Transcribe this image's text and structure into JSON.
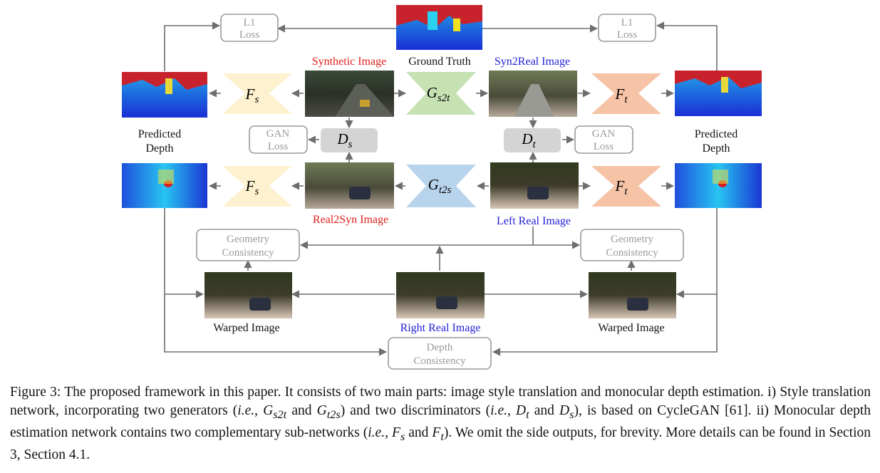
{
  "labels": {
    "synthetic_image": "Synthetic Image",
    "ground_truth": "Ground Truth",
    "syn2real_image": "Syn2Real Image",
    "real2syn_image": "Real2Syn Image",
    "left_real_image": "Left Real Image",
    "right_real_image": "Right Real Image",
    "predicted_depth_left": [
      "Predicted",
      "Depth"
    ],
    "predicted_depth_right": [
      "Predicted",
      "Depth"
    ],
    "warped_image_left": "Warped Image",
    "warped_image_right": "Warped Image"
  },
  "loss_boxes": {
    "l1_left": [
      "L1",
      "Loss"
    ],
    "l1_right": [
      "L1",
      "Loss"
    ],
    "gan_left": [
      "GAN",
      "Loss"
    ],
    "gan_right": [
      "GAN",
      "Loss"
    ],
    "geometry_left": [
      "Geometry",
      "Consistency"
    ],
    "geometry_right": [
      "Geometry",
      "Consistency"
    ],
    "depth": [
      "Depth",
      "Consistency"
    ]
  },
  "networks": {
    "fs": {
      "letter": "F",
      "sub": "s"
    },
    "ft": {
      "letter": "F",
      "sub": "t"
    },
    "gs2t": {
      "letter": "G",
      "sub": "s2t"
    },
    "gt2s": {
      "letter": "G",
      "sub": "t2s"
    },
    "ds": {
      "letter": "D",
      "sub": "s"
    },
    "dt": {
      "letter": "D",
      "sub": "t"
    }
  },
  "colors": {
    "synthetic_label": "#e0201b",
    "real_label": "#1f1fd8",
    "fs_fill": "#fdf1cf",
    "ft_fill": "#f6c3a6",
    "gs2t_fill": "#c6e2b3",
    "gt2s_fill": "#b8d3ec",
    "disc_fill": "#d4d4d4",
    "gray_box": "#9a9a9a",
    "arrow": "#6e6e6e"
  },
  "caption": {
    "figure_label": "Figure 3:",
    "text_1": "The proposed framework in this paper. It consists of two main parts: image style translation and monocular depth estimation. i) Style translation network, incorporating two generators (",
    "ie_1": "i.e.",
    "text_2": ", ",
    "g_letter": "G",
    "gs2t_sub": "s2t",
    "and_1": " and ",
    "gt2s_sub": "t2s",
    "text_3": ") and two discriminators (",
    "ie_2": "i.e.",
    "text_4": ", ",
    "d_letter": "D",
    "dt_sub": "t",
    "and_2": " and ",
    "ds_sub": "s",
    "text_5": "), is based on CycleGAN [61]. ii) Monocular depth estimation network contains two complementary sub-networks (",
    "ie_3": "i.e.",
    "text_6": ", ",
    "f_letter": "F",
    "fs_sub": "s",
    "and_3": " and ",
    "ft_sub": "t",
    "text_7": "). We omit the side outputs, for brevity. More details can be found in Section 3, Section 4.1."
  }
}
